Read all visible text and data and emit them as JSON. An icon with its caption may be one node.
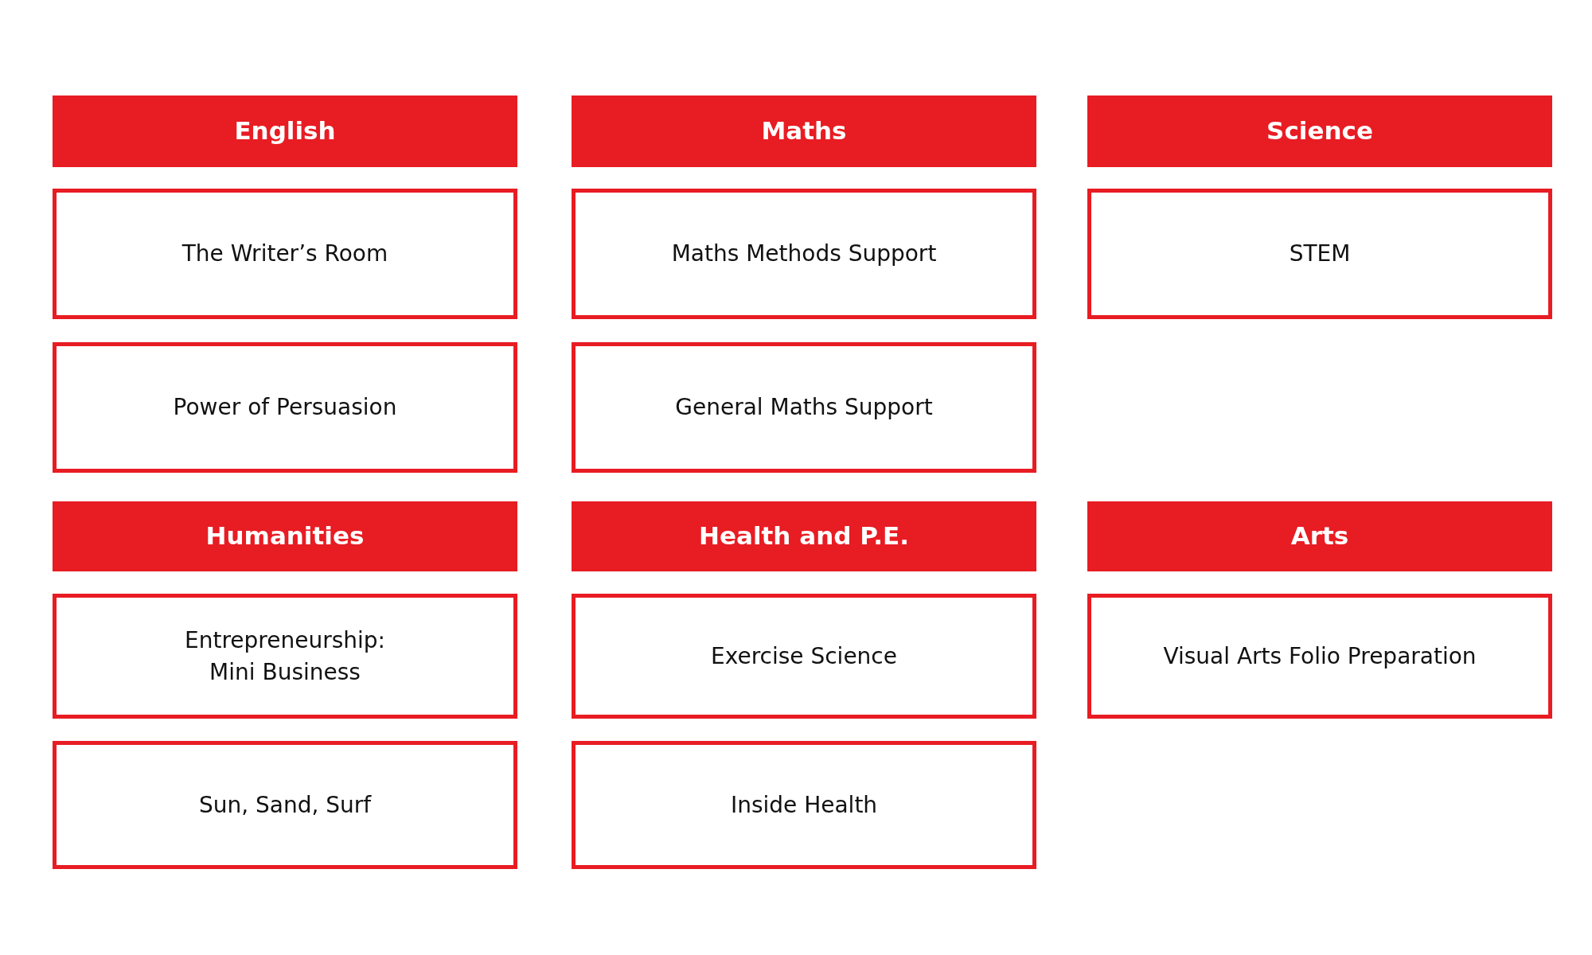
{
  "diagram": {
    "nodes": [
      {
        "text": [
          "English"
        ]
      },
      {
        "text": [
          "Maths"
        ]
      },
      {
        "text": [
          "Science"
        ]
      },
      {
        "text": [
          "The Writer’s Room"
        ]
      },
      {
        "text": [
          "Maths Methods Support"
        ]
      },
      {
        "text": [
          "STEM"
        ]
      },
      {
        "text": [
          "Power of Persuasion"
        ]
      },
      {
        "text": [
          "General Maths Support"
        ]
      },
      {
        "text": [
          "Humanities"
        ]
      },
      {
        "text": [
          "Health and P.E."
        ]
      },
      {
        "text": [
          "Arts"
        ]
      },
      {
        "text": [
          "Entrepreneurship: Mini Business"
        ]
      },
      {
        "text": [
          "Exercise Science"
        ]
      },
      {
        "text": [
          "Visual Arts Folio Preparation"
        ]
      },
      {
        "text": [
          "Sun, Sand, Surf"
        ]
      },
      {
        "text": [
          "Inside Health"
        ]
      }
    ]
  }
}
